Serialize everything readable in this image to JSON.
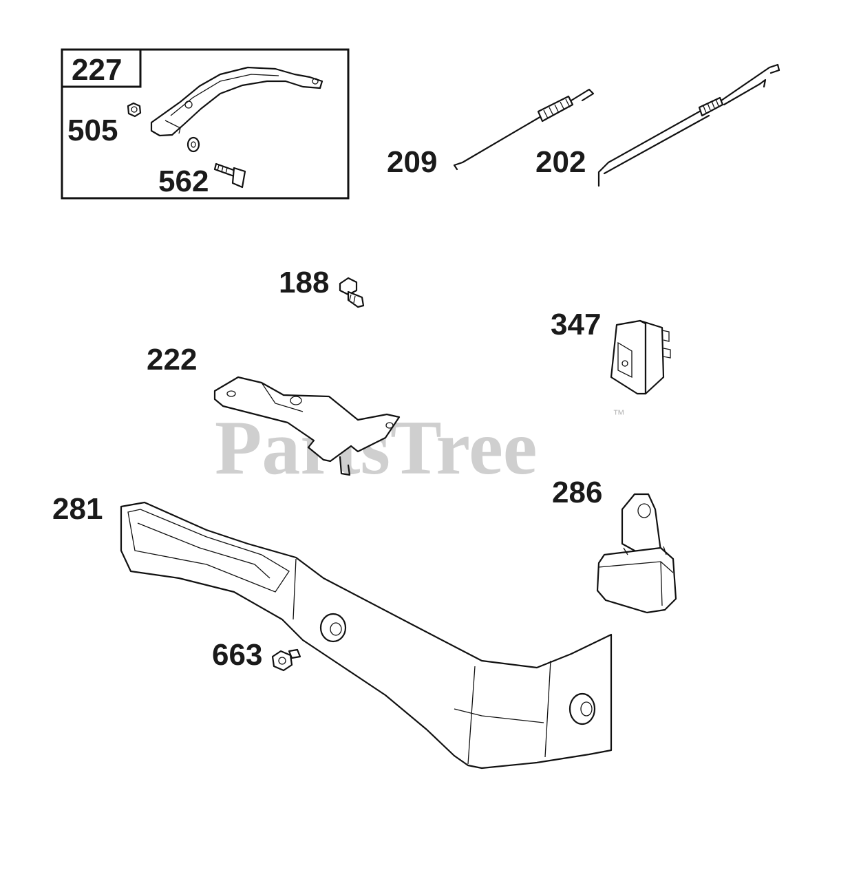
{
  "watermark": {
    "text": "PartsTree",
    "trademark": "™"
  },
  "inset_box": {
    "label": "227"
  },
  "callouts": {
    "505": "505",
    "562": "562",
    "209": "209",
    "202": "202",
    "188": "188",
    "347": "347",
    "222": "222",
    "281": "281",
    "286": "286",
    "663": "663"
  },
  "colors": {
    "line": "#111111",
    "watermark": "#cfcfcf",
    "background": "#ffffff"
  }
}
